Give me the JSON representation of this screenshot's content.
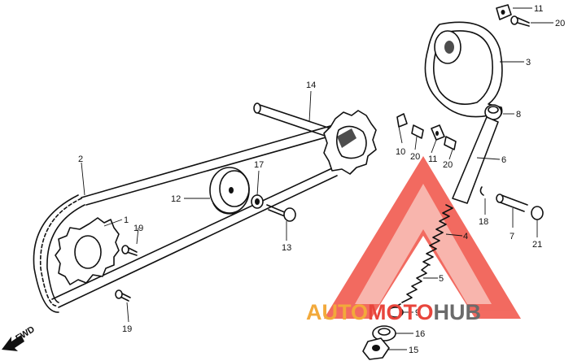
{
  "diagram": {
    "direction_label": "FWD",
    "watermark": {
      "part_a": "AUTO",
      "part_b": "MOTO",
      "part_c": "HUB",
      "color_a": "#f2a93b",
      "color_b": "#e8453c",
      "color_c": "#6b6b6b",
      "triangle_color": "#f04a3e"
    },
    "callouts": [
      "1",
      "2",
      "3",
      "4",
      "5",
      "6",
      "7",
      "8",
      "9",
      "10",
      "11",
      "11",
      "12",
      "13",
      "14",
      "15",
      "16",
      "17",
      "18",
      "19",
      "19",
      "20",
      "20",
      "20",
      "21"
    ]
  }
}
